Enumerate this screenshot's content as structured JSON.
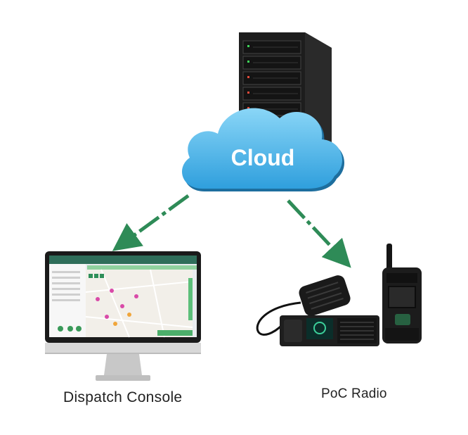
{
  "cloud": {
    "label": "Cloud"
  },
  "nodes": {
    "dispatch_console": {
      "label": "Dispatch Console"
    },
    "poc_radio": {
      "label": "PoC Radio"
    }
  },
  "colors": {
    "arrow": "#2e8b57",
    "cloud_fill": "#4cb8ec",
    "server_body": "#1c1c1c"
  },
  "icons": [
    "server-icon",
    "cloud-icon",
    "monitor-icon",
    "radio-icon",
    "handheld-radio-icon"
  ]
}
